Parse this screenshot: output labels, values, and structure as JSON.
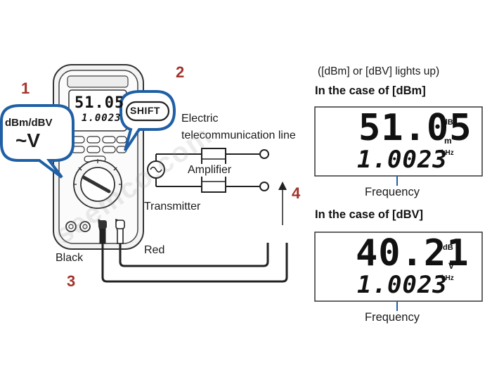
{
  "steps": [
    "1",
    "2",
    "3",
    "4"
  ],
  "callouts": {
    "mode": {
      "line1": "dBm/dBV",
      "line2": "~V"
    },
    "shift": "SHIFT"
  },
  "meter": {
    "display_main": "51.05",
    "display_sub": "1.0023",
    "lead_black": "Black",
    "lead_red": "Red"
  },
  "circuit": {
    "line_label_1": "Electric",
    "line_label_2": "telecommunication line",
    "amplifier": "Amplifier",
    "transmitter": "Transmitter"
  },
  "right_panel": {
    "note": "([dBm] or [dBV] lights up)",
    "dbm": {
      "heading": "In the case of [dBm]",
      "main": "51.05",
      "unit_top": "dB",
      "unit_mid": "m",
      "sub": "1.0023",
      "sub_unit": "kHz",
      "caption": "Frequency"
    },
    "dbv": {
      "heading": "In the case of [dBV]",
      "main": "40.21",
      "unit_top": "dB",
      "unit_mid": "V",
      "sub": "1.0023",
      "sub_unit": "kHz",
      "caption": "Frequency"
    }
  },
  "watermark": "seemco.com",
  "colors": {
    "accent_blue": "#1f5fa5",
    "step_red": "#a3342c",
    "outline": "#333333"
  }
}
